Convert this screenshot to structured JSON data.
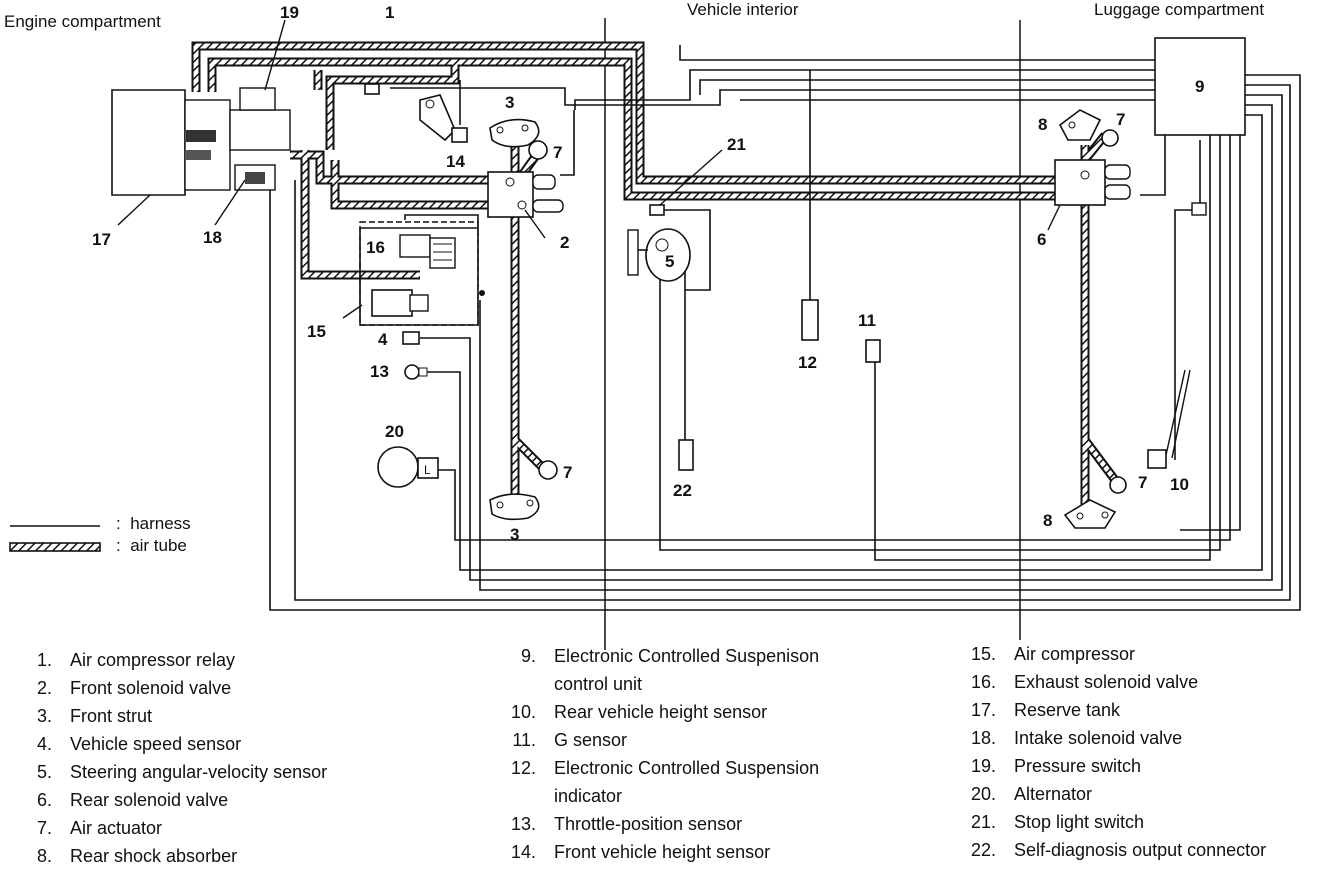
{
  "zones": {
    "engine": "Engine compartment",
    "interior": "Vehicle interior",
    "luggage": "Luggage compartment"
  },
  "legend": {
    "harness_sep": ":",
    "harness": "harness",
    "air_tube_sep": ":",
    "air_tube": "air tube"
  },
  "callouts": {
    "c1": "1",
    "c2": "2",
    "c3a": "3",
    "c3b": "3",
    "c4": "4",
    "c5": "5",
    "c6": "6",
    "c7a": "7",
    "c7b": "7",
    "c7c": "7",
    "c7d": "7",
    "c8a": "8",
    "c8b": "8",
    "c9": "9",
    "c10": "10",
    "c11": "11",
    "c12": "12",
    "c13": "13",
    "c14": "14",
    "c15": "15",
    "c16": "16",
    "c17": "17",
    "c18": "18",
    "c19": "19",
    "c20": "20",
    "c21": "21",
    "c22": "22",
    "cL": "L"
  },
  "parts_col1": [
    {
      "n": "1.",
      "label": "Air compressor relay"
    },
    {
      "n": "2.",
      "label": "Front solenoid valve"
    },
    {
      "n": "3.",
      "label": "Front strut"
    },
    {
      "n": "4.",
      "label": "Vehicle speed sensor"
    },
    {
      "n": "5.",
      "label": "Steering angular-velocity sensor"
    },
    {
      "n": "6.",
      "label": "Rear solenoid valve"
    },
    {
      "n": "7.",
      "label": "Air actuator"
    },
    {
      "n": "8.",
      "label": "Rear shock absorber"
    }
  ],
  "parts_col2": [
    {
      "n": "9.",
      "label": "Electronic Controlled Suspenison",
      "cont": "control unit"
    },
    {
      "n": "10.",
      "label": "Rear vehicle height sensor"
    },
    {
      "n": "11.",
      "label": "G sensor"
    },
    {
      "n": "12.",
      "label": "Electronic Controlled Suspension",
      "cont": "indicator"
    },
    {
      "n": "13.",
      "label": "Throttle-position sensor"
    },
    {
      "n": "14.",
      "label": "Front vehicle height sensor"
    }
  ],
  "parts_col3": [
    {
      "n": "15.",
      "label": "Air compressor"
    },
    {
      "n": "16.",
      "label": "Exhaust solenoid valve"
    },
    {
      "n": "17.",
      "label": "Reserve tank"
    },
    {
      "n": "18.",
      "label": "Intake solenoid valve"
    },
    {
      "n": "19.",
      "label": "Pressure switch"
    },
    {
      "n": "20.",
      "label": "Alternator"
    },
    {
      "n": "21.",
      "label": "Stop light switch"
    },
    {
      "n": "22.",
      "label": "Self-diagnosis output connector"
    }
  ]
}
